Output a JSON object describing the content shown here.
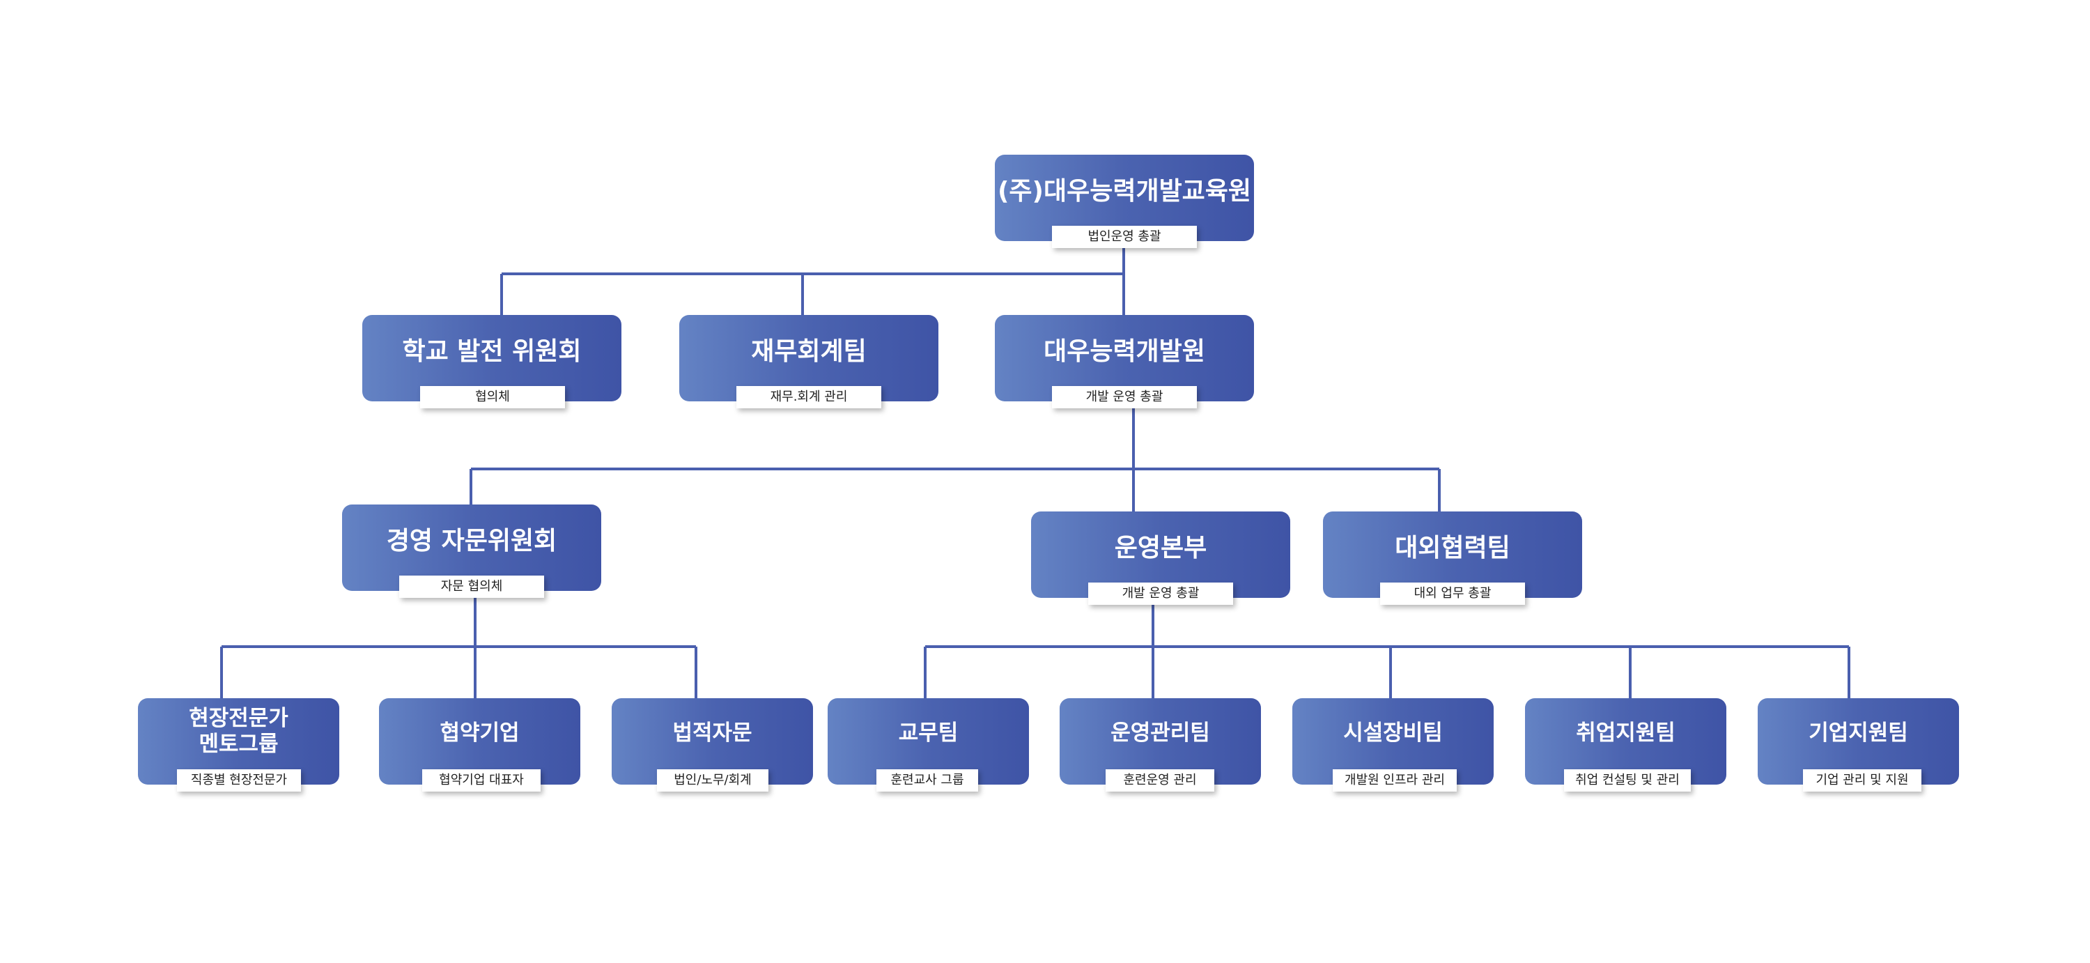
{
  "org": {
    "root": {
      "title": "(주)대우능력개발교육원",
      "label": "법인운영 총괄"
    },
    "school_committee": {
      "title": "학교 발전 위원회",
      "label": "협의체"
    },
    "finance_team": {
      "title": "재무회계팀",
      "label": "재무.회계 관리"
    },
    "daewoo_institute": {
      "title": "대우능력개발원",
      "label": "개발 운영 총괄"
    },
    "mgmt_advisory": {
      "title": "경영 자문위원회",
      "label": "자문 협의체"
    },
    "ops_hq": {
      "title": "운영본부",
      "label": "개발 운영 총괄"
    },
    "external_team": {
      "title": "대외협력팀",
      "label": "대외 업무 총괄"
    },
    "mentor_group": {
      "title_line1": "현장전문가",
      "title_line2": "멘토그룹",
      "label": "직종별 현장전문가"
    },
    "partner_company": {
      "title": "협약기업",
      "label": "협약기업 대표자"
    },
    "legal_advisory": {
      "title": "법적자문",
      "label": "법인/노무/회계"
    },
    "academic_team": {
      "title": "교무팀",
      "label": "훈련교사 그룹"
    },
    "ops_mgmt_team": {
      "title": "운영관리팀",
      "label": "훈련운영 관리"
    },
    "facility_team": {
      "title": "시설장비팀",
      "label": "개발원 인프라 관리"
    },
    "employment_team": {
      "title": "취업지원팀",
      "label": "취업 컨설팅 및 관리"
    },
    "corporate_team": {
      "title": "기업지원팀",
      "label": "기업 관리 및 지원"
    }
  },
  "colors": {
    "node_gradient_start": "#6483c4",
    "node_gradient_end": "#3f54a6",
    "connector": "#4a5fae",
    "label_background": "#ffffff"
  }
}
